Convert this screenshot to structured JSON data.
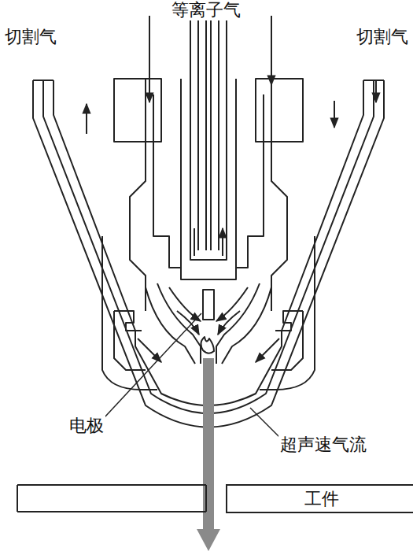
{
  "diagram": {
    "nodes": [
      {
        "text": [
          "工件"
        ]
      }
    ],
    "labels": [
      "等离子气",
      "切割气",
      "切割气",
      "电极",
      "超声速气流"
    ]
  }
}
